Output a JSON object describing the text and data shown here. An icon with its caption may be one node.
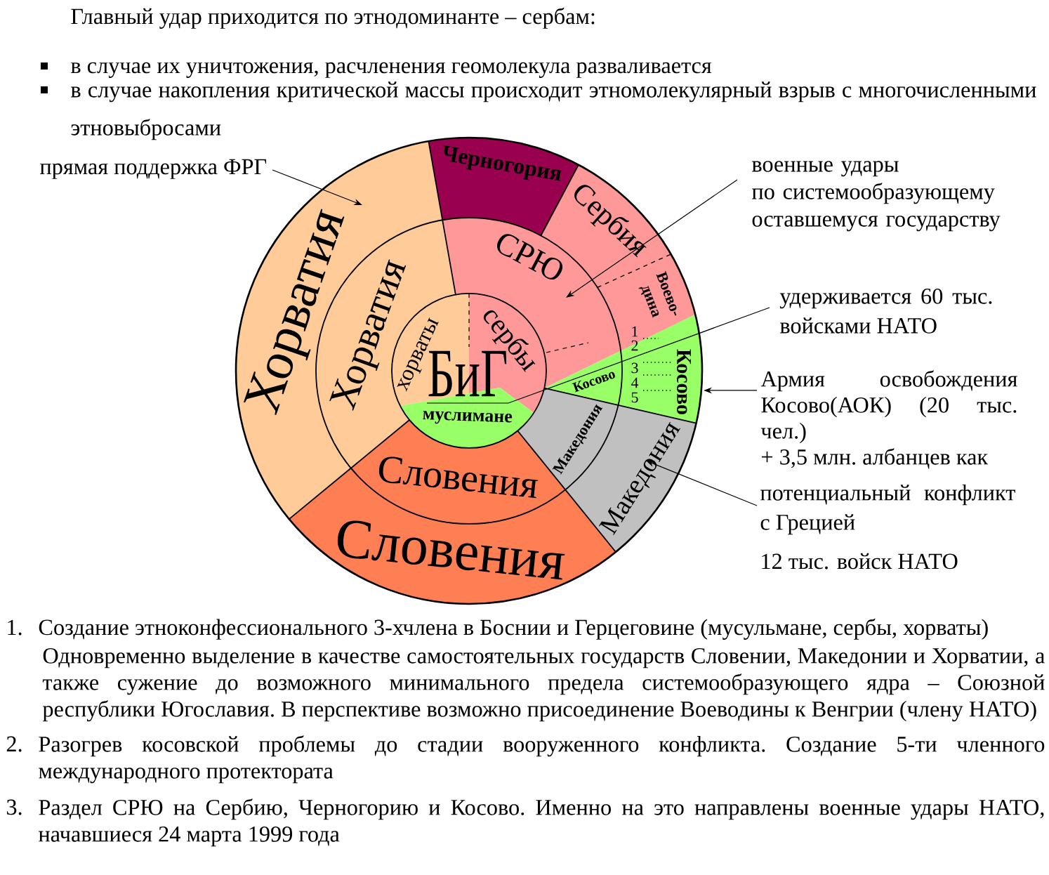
{
  "diagram": {
    "title": "Главный удар приходится по этнодоминанте – сербам:",
    "nodes": [
      {
        "text": [
          "прямая поддержка ФРГ"
        ]
      },
      {
        "text": [
          "Черногория"
        ]
      },
      {
        "text": [
          "военные удары по системообразующему оставшемуся государству"
        ]
      },
      {
        "text": [
          "Хорватия"
        ]
      },
      {
        "text": [
          "Сербия"
        ]
      },
      {
        "text": [
          "Воево-дина"
        ],
        "in": 4
      },
      {
        "text": [
          "СРЮ"
        ]
      },
      {
        "text": [
          "Хорватия"
        ]
      },
      {
        "text": [
          "БиГ"
        ]
      },
      {
        "text": [
          "хорваты"
        ],
        "in": 8
      },
      {
        "text": [
          "сербы"
        ],
        "in": 8
      },
      {
        "text": [
          "муслимане"
        ],
        "in": 8
      },
      {
        "text": [
          "Косово"
        ]
      },
      {
        "text": [
          "Косово"
        ]
      },
      {
        "text": [
          "удерживается 60 тыс. войсками НАТО"
        ]
      },
      {
        "text": [
          "Армия освобождения Косово(АОК) (20 тыс. чел.)",
          "+ 3,5 млн. албанцев как"
        ]
      },
      {
        "text": [
          "Македония"
        ]
      },
      {
        "text": [
          "Македония"
        ]
      },
      {
        "text": [
          "Словения"
        ]
      },
      {
        "text": [
          "Словения"
        ]
      },
      {
        "text": [
          "потенциальный конфликт с Грецией"
        ]
      }
    ],
    "edges": [
      {
        "from": 0,
        "to": 3,
        "arrow": "to"
      },
      {
        "from": 2,
        "to": 6,
        "arrow": "to"
      },
      {
        "from": 14,
        "to": 8,
        "arrow": "none"
      },
      {
        "from": 15,
        "to": 13,
        "arrow": "to"
      },
      {
        "from": 20,
        "to": 17,
        "arrow": "to"
      }
    ],
    "labels": [
      "в случае их уничтожения, расчленения геомолекула разваливается",
      "в случае накопления критической массы происходит этномолекулярный взрыв с многочисленными этновыбросами",
      "1",
      "2",
      "3",
      "4",
      "5",
      "12 тыс. войск НАТО",
      "1.",
      "Создание этноконфессионального 3-хчлена в Боснии и Герцеговине (мусульмане, сербы, хорваты)",
      "Одновременно выделение в качестве самостоятельных государств Словении, Македонии и Хорватии, а также сужение до возможного минимального предела системообразующего ядра – Союзной республики Югославия. В перспективе возможно присоединение Воеводины к Венгрии (члену НАТО)",
      "2.",
      "Разогрев косовской проблемы до стадии вооруженного конфликта. Создание 5-ти членного международного протектората",
      "3.",
      "Раздел СРЮ на Сербию, Черногорию и Косово. Именно на это направлены военные удары НАТО, начавшиеся 24 марта 1999 года"
    ]
  }
}
